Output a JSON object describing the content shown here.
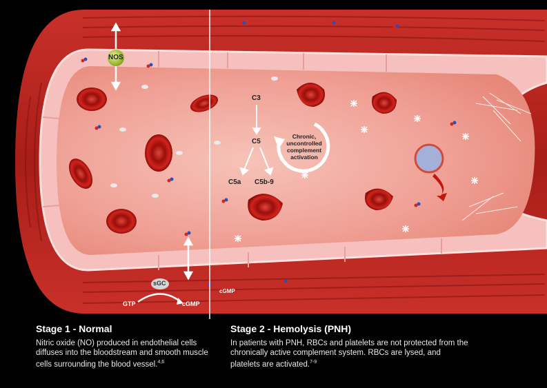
{
  "scene": {
    "nos_label": "NOS",
    "sgc_label": "sGC",
    "gtp_label": "GTP",
    "cgmp_left_label": "cGMP",
    "cgmp_right_label": "cGMP",
    "c3_label": "C3",
    "c5_label": "C5",
    "c5a_label": "C5a",
    "c5b9_label": "C5b-9",
    "cycle_line1": "Chronic,",
    "cycle_line2": "uncontrolled",
    "cycle_line3": "complement",
    "cycle_line4": "activation"
  },
  "stage1": {
    "title": "Stage 1 - Normal",
    "body": "Nitric oxide (NO) produced in endothelial cells diffuses into the bloodstream and smooth muscle cells surrounding the blood vessel.",
    "refs": "4,6"
  },
  "stage2": {
    "title": "Stage 2 - Hemolysis (PNH)",
    "body": "In patients with PNH, RBCs and platelets are not protected from the chronically active complement system. RBCs are lysed, and platelets are activated.",
    "refs": "7-9"
  },
  "colors": {
    "background": "#000000",
    "muscle": "#b8231f",
    "lumen": "#f0a59a",
    "endothelium": "#f7c6c4",
    "rbc": "#c01b14",
    "nos": "#b7d03a"
  }
}
